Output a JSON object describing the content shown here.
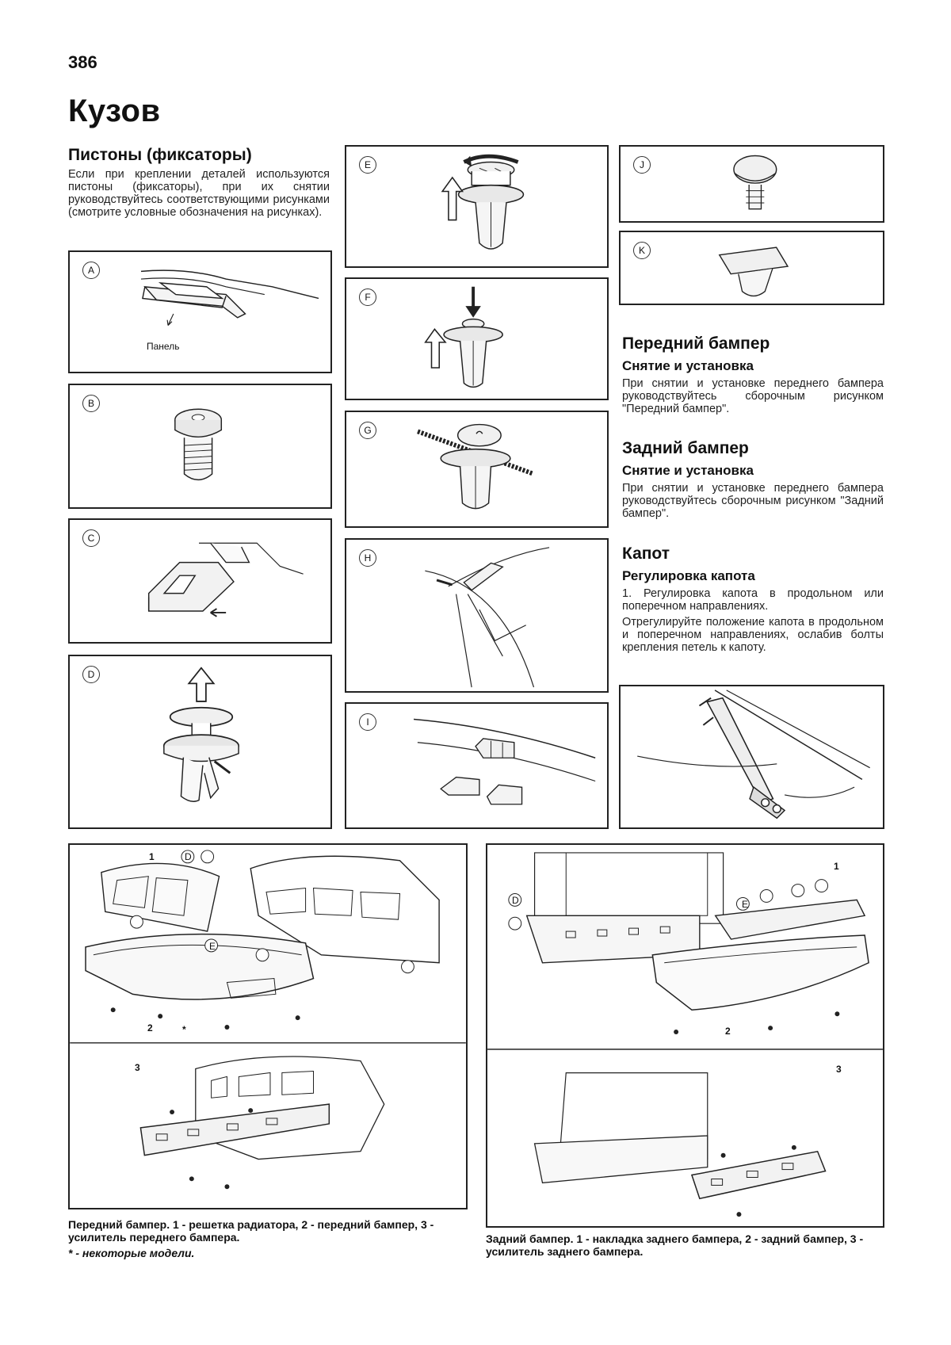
{
  "page_number": "386",
  "chapter_title": "Кузов",
  "clips": {
    "title": "Пистоны (фиксаторы)",
    "text": "Если при креплении деталей используются пистоны (фиксаторы), при их снятии руководствуйтесь соответствующими рисунками (смотрите условные обозначения на рисунках).",
    "panel_label": "Панель",
    "figures": [
      "A",
      "B",
      "C",
      "D",
      "E",
      "F",
      "G",
      "H",
      "I",
      "J",
      "K"
    ]
  },
  "front_bumper": {
    "title": "Передний бампер",
    "subtitle": "Снятие и установка",
    "text": "При снятии и установке переднего бампера руководствуйтесь сборочным рисунком \"Передний бампер\"."
  },
  "rear_bumper": {
    "title": "Задний бампер",
    "subtitle": "Снятие и установка",
    "text": "При снятии и установке переднего бампера руководствуйтесь сборочным рисунком \"Задний бампер\"."
  },
  "hood": {
    "title": "Капот",
    "subtitle": "Регулировка капота",
    "item1": "1. Регулировка капота в продольном или поперечном направлениях.",
    "item1_text": "Отрегулируйте положение капота в продольном и поперечном направлениях, ослабив болты крепления петель к капоту."
  },
  "front_diagram": {
    "labels": {
      "one": "1",
      "two": "2",
      "three": "3",
      "star": "*",
      "D": "D",
      "E": "E"
    },
    "caption": "Передний бампер. 1 - решетка радиатора, 2 - передний бампер, 3 - усилитель переднего бампера.",
    "note": "* - некоторые модели."
  },
  "rear_diagram": {
    "labels": {
      "one": "1",
      "two": "2",
      "three": "3",
      "D": "D",
      "E": "E"
    },
    "caption": "Задний бампер. 1 - накладка заднего бампера, 2 - задний бампер, 3 - усилитель заднего бампера."
  }
}
